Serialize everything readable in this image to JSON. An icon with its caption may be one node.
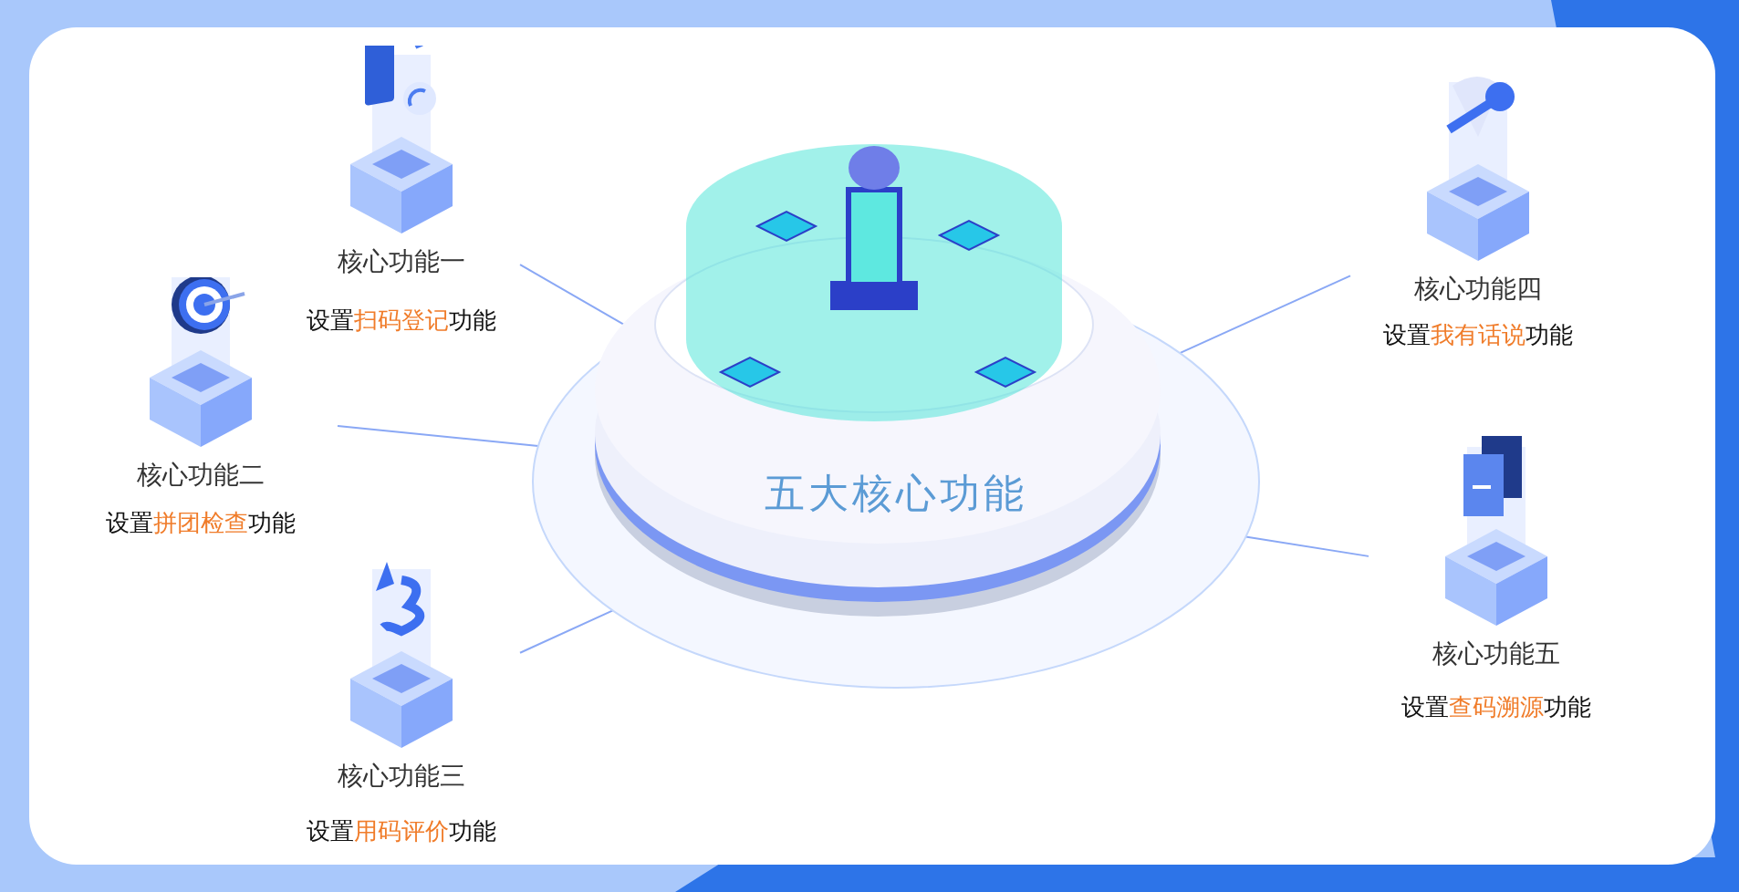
{
  "diagram": {
    "nodes": [
      {
        "text": [
          "五大核心功能"
        ]
      },
      {
        "text": [
          "核心功能一",
          "设置**扫码登记**功能"
        ]
      },
      {
        "text": [
          "核心功能二",
          "设置**拼团检查**功能"
        ]
      },
      {
        "text": [
          "核心功能三",
          "设置**用码评价**功能"
        ]
      },
      {
        "text": [
          "核心功能四",
          "设置**我有话说**功能"
        ]
      },
      {
        "text": [
          "核心功能五",
          "设置**查码溯源**功能"
        ]
      }
    ],
    "edges": [
      {
        "from": 1,
        "to": 0,
        "arrow": "none"
      },
      {
        "from": 2,
        "to": 0,
        "arrow": "none"
      },
      {
        "from": 3,
        "to": 0,
        "arrow": "none"
      },
      {
        "from": 4,
        "to": 0,
        "arrow": "none"
      },
      {
        "from": 5,
        "to": 0,
        "arrow": "none"
      }
    ]
  }
}
